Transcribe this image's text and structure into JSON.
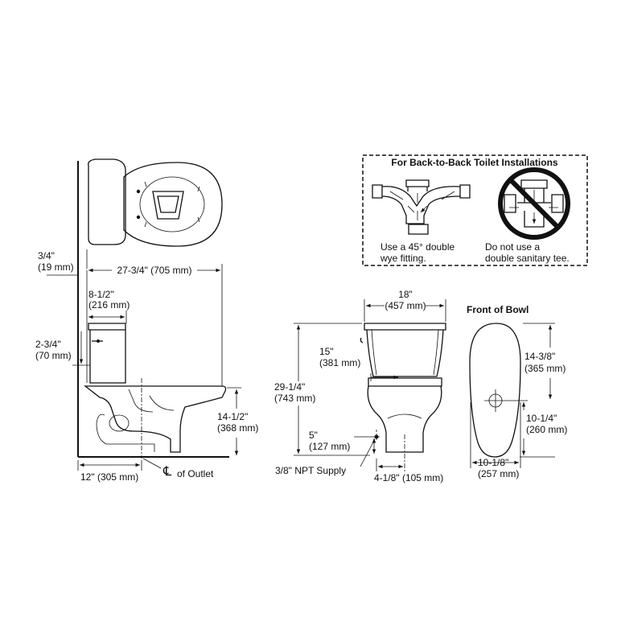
{
  "callout": {
    "title": "For Back-to-Back Toilet Installations",
    "left_note": [
      "Use a 45° double",
      "wye fitting."
    ],
    "right_note": [
      "Do not use a",
      "double sanitary tee."
    ]
  },
  "side_view": {
    "wall_offset": [
      "3/4\"",
      "(19 mm)"
    ],
    "overall_depth": "27-3/4\" (705 mm)",
    "tank_depth": [
      "8-1/2\"",
      "(216 mm)"
    ],
    "lever_drop": [
      "2-3/4\"",
      "(70 mm)"
    ],
    "rim_height": [
      "14-1/2\"",
      "(368 mm)"
    ],
    "rough_in": "12\" (305 mm)",
    "outlet_label": "of Outlet",
    "centerline_symbol": "CL"
  },
  "front_view": {
    "width": [
      "18\"",
      "(457 mm)"
    ],
    "tank_height": [
      "15\"",
      "(381 mm)"
    ],
    "overall_height": [
      "29-1/4\"",
      "(743 mm)"
    ],
    "supply_height": [
      "5\"",
      "(127 mm)"
    ],
    "supply_label": "3/8\" NPT Supply",
    "supply_offset": "4-1/8\" (105 mm)"
  },
  "bowl_view": {
    "title": "Front of Bowl",
    "length": [
      "14-3/8\"",
      "(365 mm)"
    ],
    "outlet_to_front": [
      "10-1/4\"",
      "(260 mm)"
    ],
    "width": [
      "10-1/8\"",
      "(257 mm)"
    ]
  }
}
